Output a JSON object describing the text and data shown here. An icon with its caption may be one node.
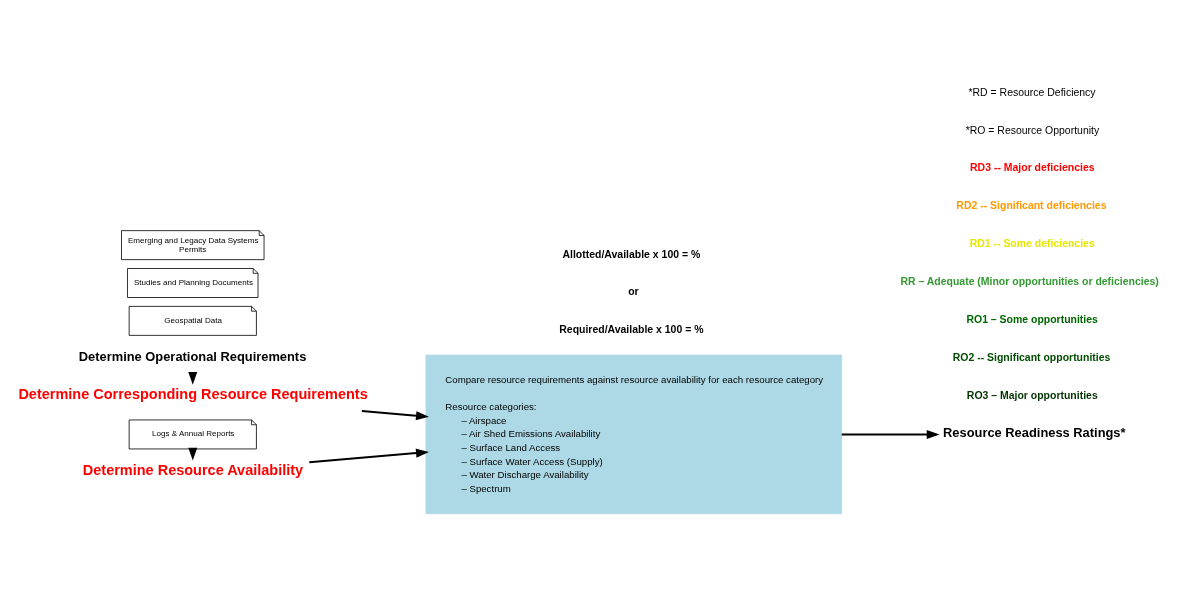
{
  "diagram": {
    "nodes": [
      {
        "text": [
          "Determine Operational Requirements"
        ]
      },
      {
        "text": [
          "Determine Corresponding Resource Requirements"
        ]
      },
      {
        "text": [
          "Determine Resource Availability"
        ]
      },
      {
        "text": [
          "Logs & Annual Reports"
        ]
      },
      {
        "text": [
          "Geospatial Data"
        ]
      },
      {
        "text": [
          "Studies and Planning Documents"
        ]
      },
      {
        "text": [
          "Emerging and Legacy Data Systems",
          "Permits"
        ]
      },
      {
        "text": [
          "Compare resource requirements against resource availability for each resource category",
          "Resource categories:",
          "– Airspace",
          "– Air Shed Emissions Availability",
          "– Surface Land Access",
          "– Surface Water Access (Supply)",
          "– Water Discharge Availability",
          "– Spectrum"
        ]
      },
      {
        "text": [
          "Resource Readiness Ratings*"
        ]
      }
    ],
    "edges": [
      {
        "from": 0,
        "to": 1,
        "arrow": "to"
      },
      {
        "from": 1,
        "to": 7,
        "arrow": "to"
      },
      {
        "from": 2,
        "to": 7,
        "arrow": "to"
      },
      {
        "from": 3,
        "to": 2,
        "arrow": "to"
      },
      {
        "from": 7,
        "to": 8,
        "arrow": "to"
      }
    ],
    "labels": [
      "Required/Available x 100 = %",
      "or",
      "Allotted/Available x 100 = %",
      "RO3 – Major opportunities",
      "RO2 -- Significant opportunities",
      "RO1 – Some opportunities",
      "RR – Adequate (Minor opportunities or deficiencies)",
      "RD1 -- Some deficiencies",
      "RD2 -- Significant deficiencies",
      "RD3 -- Major deficiencies",
      "*RO = Resource Opportunity",
      "*RD = Resource Deficiency"
    ]
  }
}
